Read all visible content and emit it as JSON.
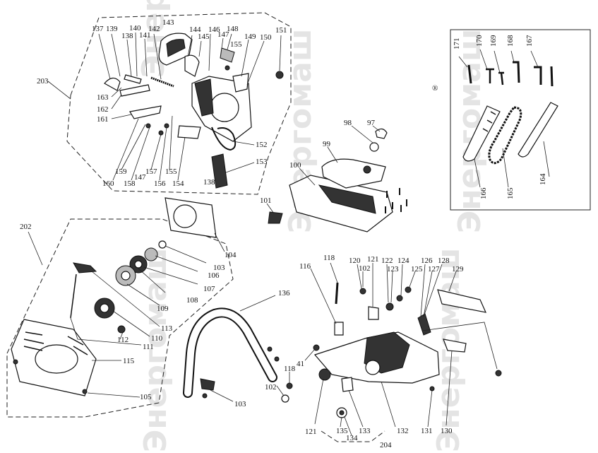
{
  "watermark": {
    "text": "Энергомаш",
    "symbol": "®"
  },
  "groups": {
    "g203": "203",
    "g202": "202",
    "g204": "204"
  },
  "tools": {
    "t171": "171",
    "t170": "170",
    "t169": "169",
    "t168": "168",
    "t167": "167",
    "t166": "166",
    "t165": "165",
    "t164": "164"
  },
  "labels": {
    "p137": "137",
    "p139": "139",
    "p138": "138",
    "p140": "140",
    "p141": "141",
    "p142": "142",
    "p143": "143",
    "p144": "144",
    "p145": "145",
    "p146": "146",
    "p147": "147",
    "p148": "148",
    "p149": "149",
    "p150": "150",
    "p151": "151",
    "p155": "155",
    "p163": "163",
    "p162": "162",
    "p161": "161",
    "p152": "152",
    "p153": "153",
    "p138b": "138",
    "p159": "159",
    "p160": "160",
    "p158": "158",
    "p147b": "147",
    "p157": "157",
    "p156": "156",
    "p155b": "155",
    "p154": "154",
    "p98": "98",
    "p97": "97",
    "p99": "99",
    "p100": "100",
    "p101": "101",
    "p104": "104",
    "p103": "103",
    "p106": "106",
    "p107": "107",
    "p108": "108",
    "p109": "109",
    "p113": "113",
    "p110": "110",
    "p112": "112",
    "p111": "111",
    "p115": "115",
    "p105": "105",
    "p136": "136",
    "p103b": "103",
    "p118": "118",
    "p116": "116",
    "p120": "120",
    "p102": "102",
    "p121": "121",
    "p122": "122",
    "p123": "123",
    "p124": "124",
    "p125": "125",
    "p126": "126",
    "p127": "127",
    "p128": "128",
    "p129": "129",
    "p41": "41",
    "p118b": "118",
    "p102b": "102",
    "p121b": "121",
    "p135": "135",
    "p134": "134",
    "p133": "133",
    "p132": "132",
    "p131": "131",
    "p130": "130"
  }
}
